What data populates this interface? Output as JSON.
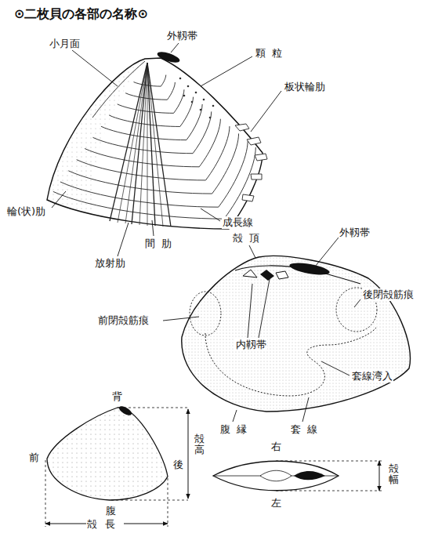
{
  "diagram": {
    "title": "⊙二枚貝の各部の名称⊙",
    "labels": [
      "外靱帯",
      "小月面",
      "顆粒",
      "板状輪肋",
      "輪(状)肋",
      "成長線",
      "間肋",
      "放射肋",
      "殻頂",
      "外靱帯",
      "後閉殻筋痕",
      "前閉殻筋痕",
      "内靱帯",
      "套線湾入",
      "腹縁",
      "套線",
      "背",
      "前",
      "後",
      "殻高",
      "腹",
      "殻長",
      "右",
      "左",
      "殻幅"
    ]
  }
}
